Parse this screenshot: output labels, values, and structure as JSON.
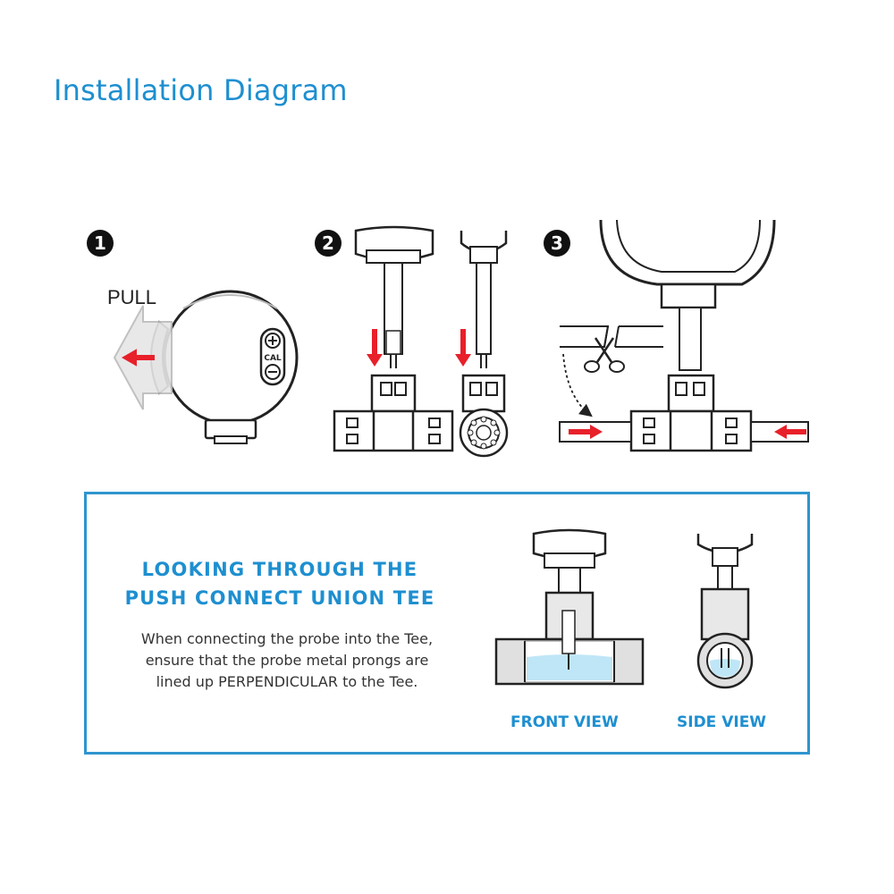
{
  "title": "Installation Diagram",
  "steps": {
    "step1": {
      "number": "1",
      "pull_label": "PULL",
      "cal_label": "CAL"
    },
    "step2": {
      "number": "2"
    },
    "step3": {
      "number": "3"
    }
  },
  "info": {
    "heading_line1": "LOOKING THROUGH THE",
    "heading_line2": "PUSH CONNECT UNION TEE",
    "body_line1": "When connecting the probe into the Tee,",
    "body_line2": "ensure that the probe metal prongs are",
    "body_line3": "lined up PERPENDICULAR to the Tee.",
    "front_view_label": "FRONT VIEW",
    "side_view_label": "SIDE VIEW"
  },
  "colors": {
    "accent": "#1e8fd0",
    "arrow": "#e8202a",
    "water": "#bfe6f7",
    "line": "#222222"
  }
}
